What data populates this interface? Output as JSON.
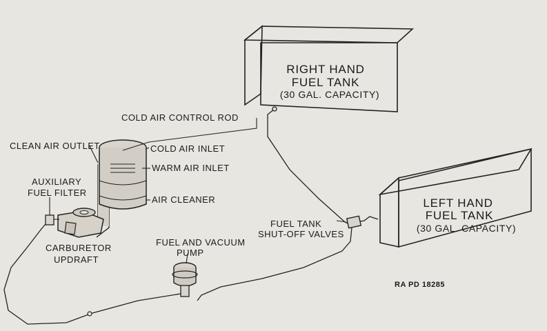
{
  "labels": {
    "right_tank_line1": "RIGHT HAND",
    "right_tank_line2": "FUEL TANK",
    "right_tank_line3": "(30 GAL. CAPACITY)",
    "left_tank_line1": "LEFT HAND",
    "left_tank_line2": "FUEL TANK",
    "left_tank_line3": "(30 GAL. CAPACITY)",
    "cold_air_control_rod": "COLD AIR CONTROL ROD",
    "clean_air_outlet": "CLEAN AIR OUTLET",
    "cold_air_inlet": "COLD AIR INLET",
    "warm_air_inlet": "WARM AIR INLET",
    "auxiliary_line1": "AUXILIARY",
    "auxiliary_line2": "FUEL FILTER",
    "air_cleaner": "AIR CLEANER",
    "carburetor_line1": "CARBURETOR",
    "carburetor_line2": "UPDRAFT",
    "fuel_vacuum_line1": "FUEL AND VACUUM",
    "fuel_vacuum_line2": "PUMP",
    "shutoff_line1": "FUEL TANK",
    "shutoff_line2": "SHUT-OFF VALVES",
    "reference": "RA PD 18285"
  },
  "colors": {
    "paper": "#e8e6e0",
    "ink": "#222222"
  }
}
